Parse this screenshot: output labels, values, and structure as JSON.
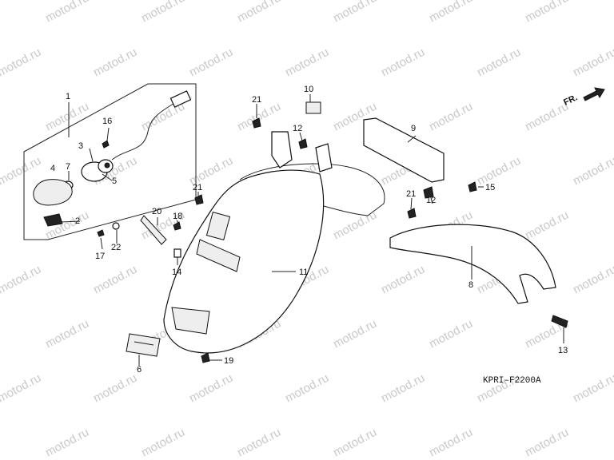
{
  "watermark": "motod.ru",
  "diagram_code": "KPRI–F2200A",
  "direction_label": "FR.",
  "callouts": [
    "1",
    "2",
    "3",
    "4",
    "5",
    "6",
    "7",
    "8",
    "9",
    "10",
    "11",
    "12",
    "12",
    "13",
    "14",
    "15",
    "16",
    "17",
    "18",
    "19",
    "20",
    "21",
    "21",
    "21",
    "22"
  ]
}
